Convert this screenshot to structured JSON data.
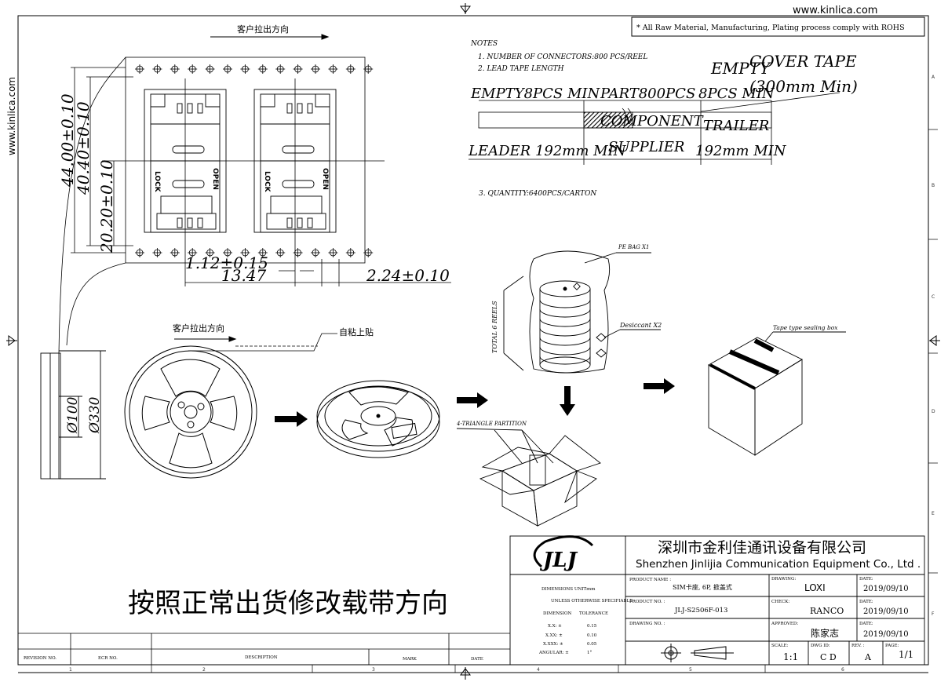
{
  "header": {
    "website": "www.kinlica.com",
    "rohs_note": "* All Raw Material, Manufacturing, Plating process comply with ROHS",
    "side_website": "www.kinlica.com"
  },
  "notes": {
    "heading": "NOTES",
    "note1": "1. NUMBER OF CONNECTORS:800 PCS/REEL",
    "note2": "2. LEAD TAPE LENGTH",
    "note3": "3. QUANTITY:6400PCS/CARTON"
  },
  "tape_diagram": {
    "empty_top": "EMPTY",
    "cover_tape": "COVER TAPE",
    "cover_tape_len": "(300mm Min)",
    "empty_min": "EMPTY8PCS MIN",
    "part_count": "PART800PCS",
    "pcs_min": "8PCS MIN",
    "component": "COMPONENT",
    "trailer": "TRAILER",
    "leader": "LEADER 192mm MIN",
    "supplier": "SUPPLIER",
    "trailer_len": "192mm MIN"
  },
  "carrier": {
    "pull_direction": "客户拉出方向",
    "dim_44": "44.00±0.10",
    "dim_40": "40.40±0.10",
    "dim_20": "20.20±0.10",
    "dim_112": "1.12±0.15",
    "dim_1347": "13.47",
    "dim_224": "2.24±0.10",
    "lock": "LOCK",
    "open": "OPEN"
  },
  "reel": {
    "pull_direction": "客户拉出方向",
    "self_adhesive": "自粘上贴",
    "dia_100": "Ø100",
    "dia_330": "Ø330"
  },
  "packing": {
    "pe_bag": "PE BAG X1",
    "total_reels": "TOTAL 6 REELS",
    "desiccant": "Desiccant X2",
    "sealing_box": "Tape type sealing box",
    "partition": "4-TRIANGLE PARTITION"
  },
  "instruction": "按照正常出货修改载带方向",
  "title_block": {
    "company_cn": "深圳市金利佳通讯设备有限公司",
    "company_en": "Shenzhen Jinlijia Communication Equipment Co., Ltd .",
    "logo_text": "JLJ",
    "dimensions_unit_label": "DIMENSIONS UNIT:",
    "dimensions_unit": "mm",
    "unless_specified": "UNLESS OTHERWISE SPECIFIABLE",
    "dimension_header": "DIMENSION",
    "tolerance_header": "TOLERANCE",
    "tol_rows": [
      {
        "dim": "X.X: ±",
        "tol": "0.15"
      },
      {
        "dim": "X.XX: ±",
        "tol": "0.10"
      },
      {
        "dim": "X.XXX: ±",
        "tol": "0.05"
      },
      {
        "dim": "ANGULAR: ±",
        "tol": "1°"
      }
    ],
    "product_name_label": "PRODUCT NAME :",
    "product_name": "SIM卡座, 6P, 掀盖式",
    "product_no_label": "PRODUCT NO. :",
    "product_no": "JLJ-S2506F-013",
    "drawing_no_label": "DRAWING NO. :",
    "drawing_label": "DRAWING:",
    "drawing_by": "LOXI",
    "check_label": "CHECK:",
    "check_by": "RANCO",
    "approved_label": "APPROVED:",
    "approved_by": "陈家志",
    "date_label": "DATE:",
    "date1": "2019/09/10",
    "date2": "2019/09/10",
    "date3": "2019/09/10",
    "scale_label": "SCALE:",
    "scale": "1:1",
    "dwg_id_label": "DWG ID:",
    "dwg_id": "C D",
    "rev_label": "REV. :",
    "rev": "A",
    "page_label": "PAGE:",
    "page": "1/1"
  },
  "revision_table": {
    "revision_no": "REVISION NO.",
    "ecr_no": "ECR NO.",
    "description": "DESCRIPTION",
    "mark": "MARK",
    "date": "DATE"
  },
  "grid": {
    "cols": [
      "1",
      "2",
      "3",
      "4",
      "5",
      "6"
    ],
    "rows": [
      "A",
      "B",
      "C",
      "D",
      "E",
      "F"
    ]
  }
}
